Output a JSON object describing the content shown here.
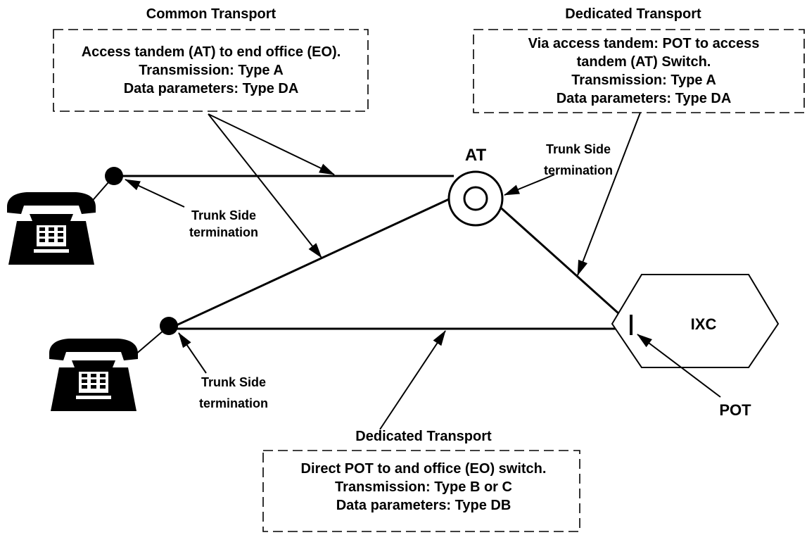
{
  "common_transport": {
    "heading": "Common Transport",
    "lines": [
      "Access tandem (AT) to end office (EO).",
      "Transmission:  Type A",
      "Data parameters:  Type DA"
    ]
  },
  "dedicated_transport_top": {
    "heading": "Dedicated Transport",
    "lines": [
      "Via access tandem:  POT to access",
      "tandem (AT) Switch.",
      "Transmission:  Type A",
      "Data parameters:  Type DA"
    ]
  },
  "dedicated_transport_bottom": {
    "heading": "Dedicated Transport",
    "lines": [
      "Direct POT to and office (EO) switch.",
      "Transmission:  Type B or C",
      "Data parameters:  Type DB"
    ]
  },
  "nodes": {
    "at_label": "AT",
    "ixc_label": "IXC",
    "pot_label": "POT"
  },
  "trunk_labels": {
    "upper_left": [
      "Trunk Side",
      "termination"
    ],
    "at_side": [
      "Trunk Side",
      "termination"
    ],
    "lower_left": [
      "Trunk Side",
      "termination"
    ]
  }
}
